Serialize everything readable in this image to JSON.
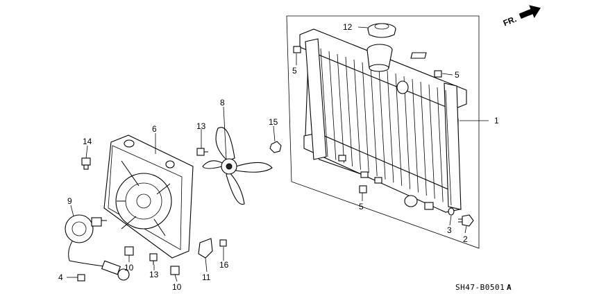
{
  "diagram": {
    "direction_label": "FR.",
    "code": "SH47-B0501",
    "code_suffix": "A",
    "callouts": {
      "radiator": "1",
      "drain_plug": "2",
      "drain_washer": "3",
      "grommet_clip": "4",
      "mount_cushion_left": "5",
      "mount_cushion_right": "5",
      "mount_cushion_lower": "5",
      "fan_shroud": "6",
      "fan": "8",
      "fan_motor": "9",
      "clip_10_upper": "10",
      "clip_10_lower": "10",
      "fan_nut": "13",
      "shroud_bolt": "13",
      "stud_bolt": "14",
      "nut": "15",
      "bracket": "11",
      "clip_16": "16",
      "radiator_cap": "12"
    }
  }
}
